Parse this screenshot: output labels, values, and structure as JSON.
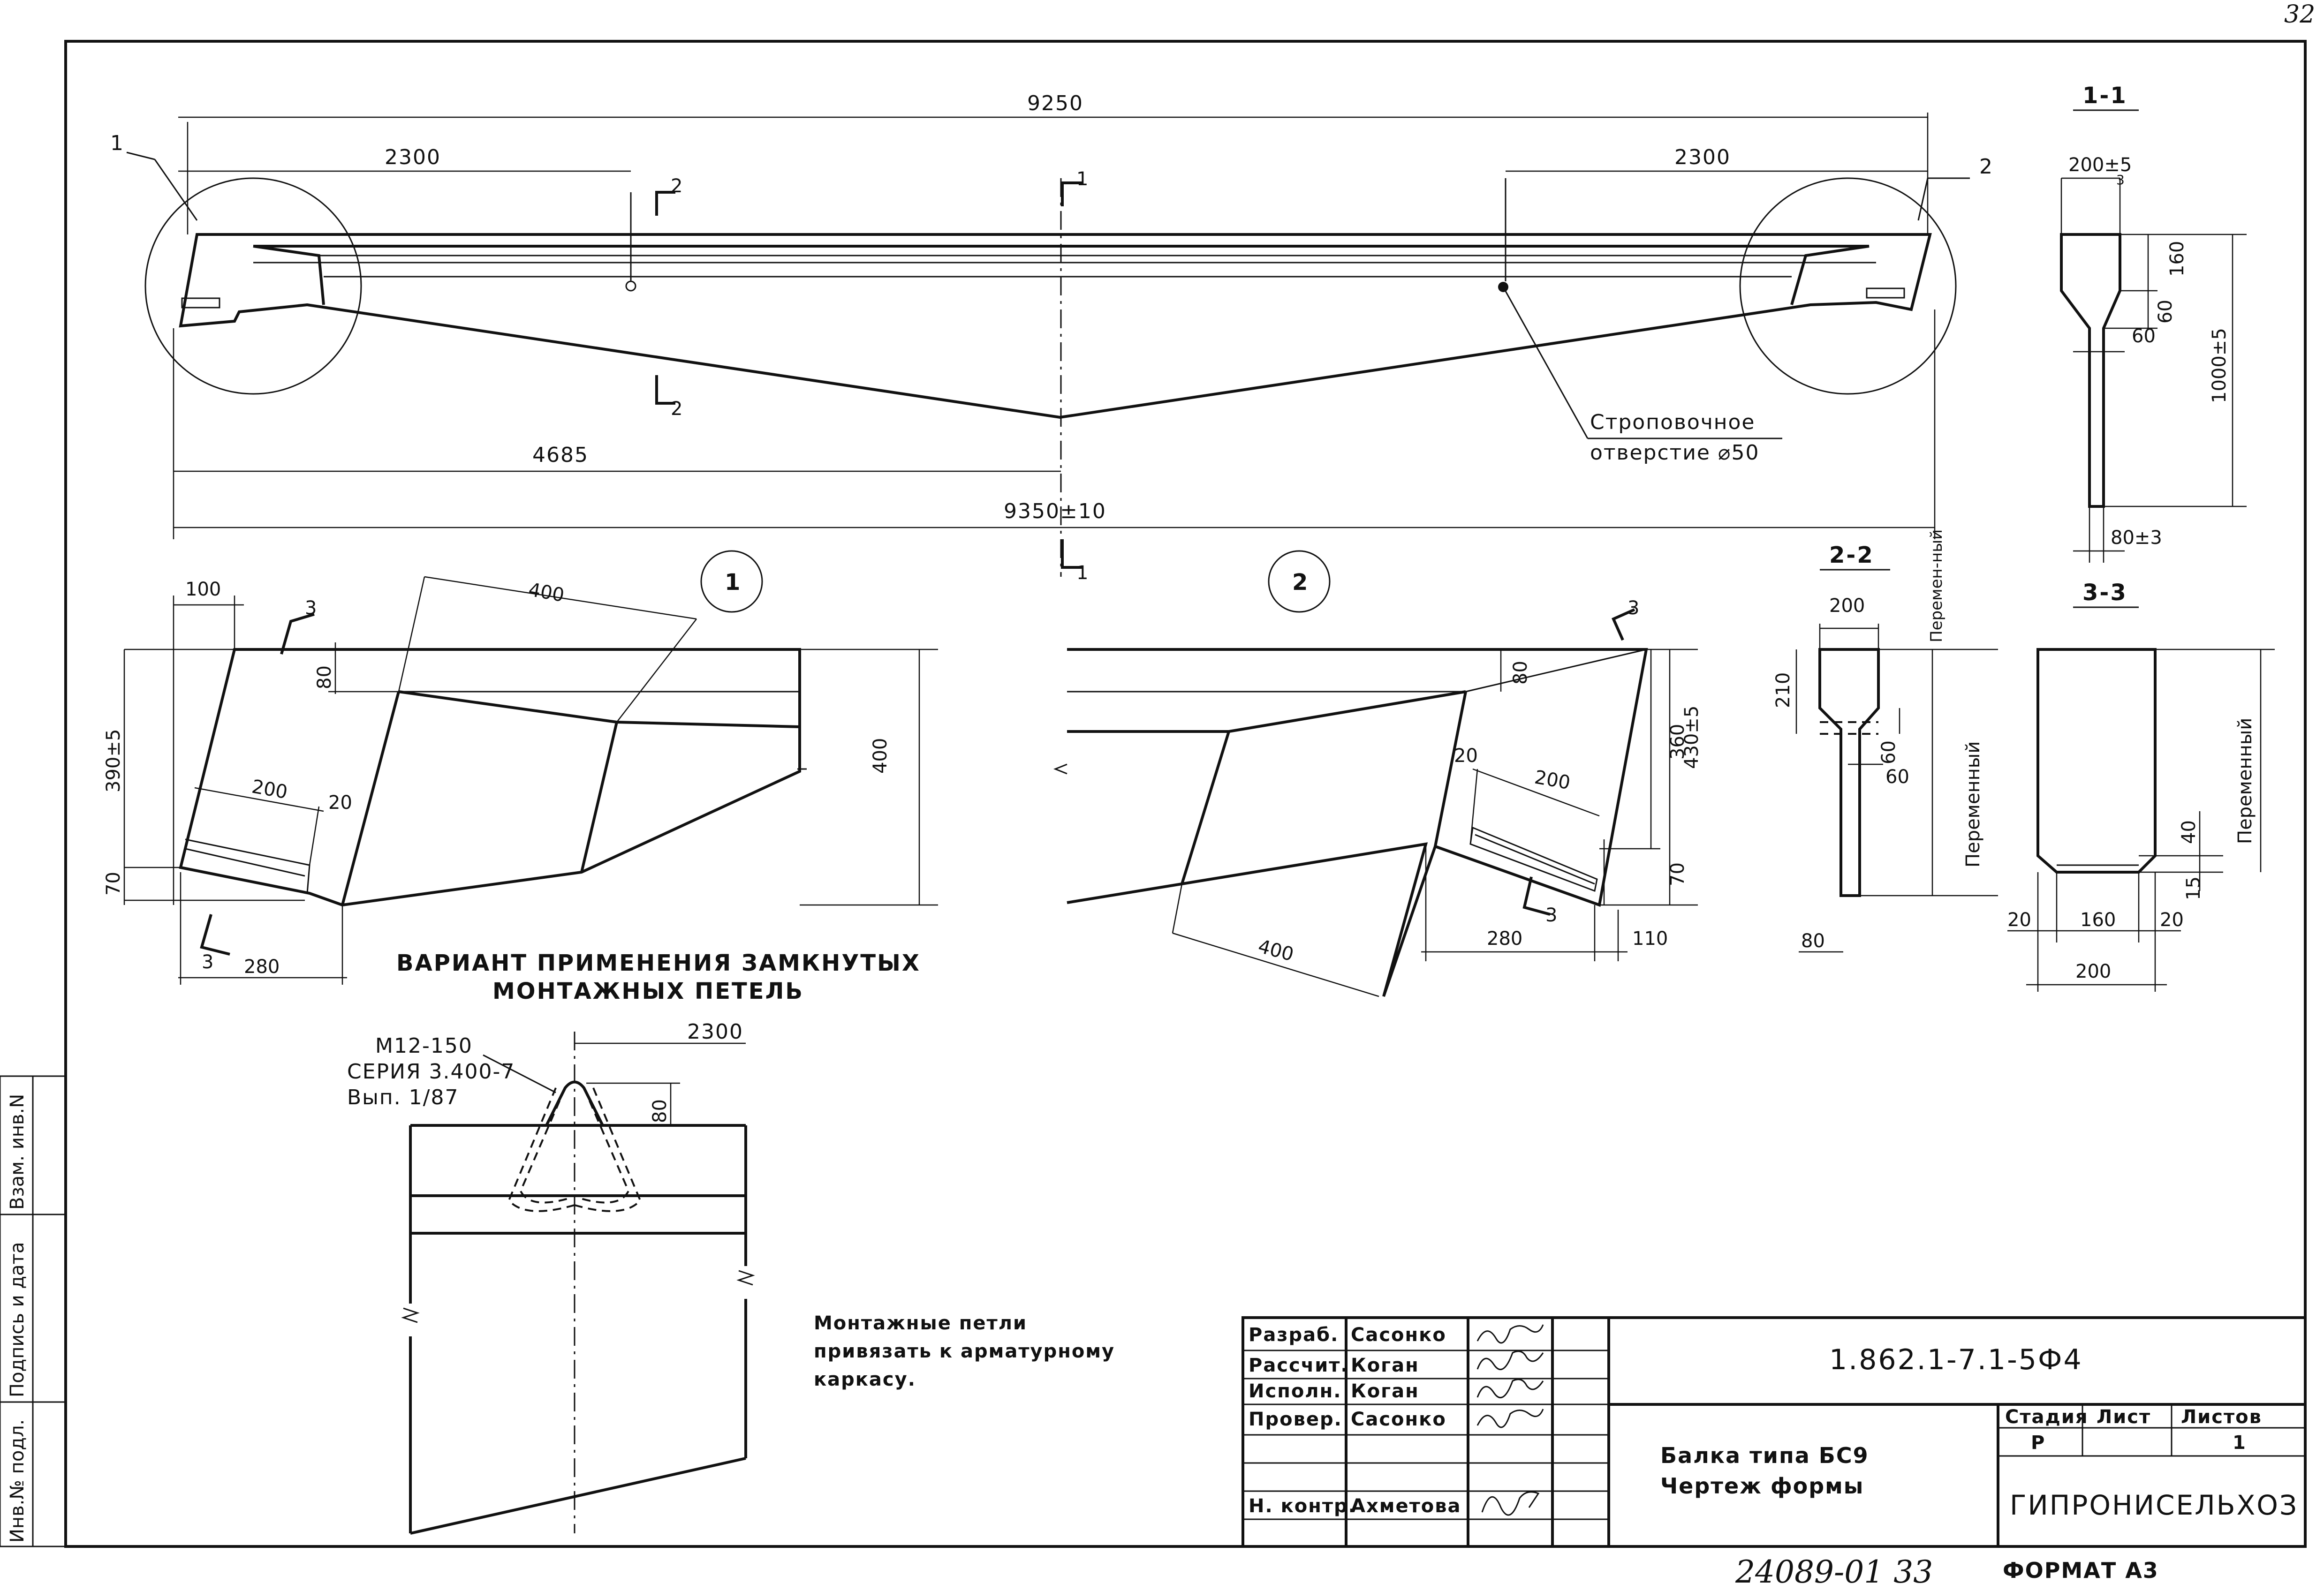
{
  "sheet": {
    "page_number": "32",
    "stamp_number": "24089-01 33",
    "format_label": "ФОРМАТ А3"
  },
  "side_stamp": {
    "inv_no": "Инв.№ подл.",
    "signature_date": "Подпись и дата",
    "replace_inv": "Взам. инв.N"
  },
  "elevation": {
    "dim_total_top": "9250",
    "dim_left": "2300",
    "dim_right": "2300",
    "dim_mid": "4685",
    "dim_total_bottom": "9350±10",
    "callout_1": "1",
    "callout_2": "2",
    "section_mark_1": "1",
    "section_mark_2": "2",
    "lifting_hole_line1": "Строповочное",
    "lifting_hole_line2": "отверстие ⌀50"
  },
  "section_1_1": {
    "title": "1-1",
    "dim_top_width": "200±5",
    "dim_top_width_sub": "3",
    "dim_flange": "160",
    "dim_haunch": "60",
    "dim_web": "60",
    "dim_height": "1000±5",
    "dim_bottom": "80±3"
  },
  "section_2_2": {
    "title": "2-2",
    "dim_width": "200",
    "dim_flange": "210",
    "dim_haunch": "60",
    "dim_web": "60",
    "dim_bottom": "80",
    "variable_top": "Перемен-ный",
    "variable": "Переменный"
  },
  "section_3_3": {
    "title": "3-3",
    "variable": "Переменный",
    "dim_40": "40",
    "dim_15": "15",
    "dim_20_left": "20",
    "dim_160": "160",
    "dim_20_right": "20",
    "dim_200": "200"
  },
  "detail_1": {
    "label": "1",
    "dim_100": "100",
    "dim_400": "400",
    "dim_80": "80",
    "dim_390": "390±5",
    "dim_200": "200",
    "dim_20": "20",
    "dim_70": "70",
    "dim_280": "280",
    "dim_400_right": "400",
    "section_mark": "3"
  },
  "detail_2": {
    "label": "2",
    "dim_80": "80",
    "dim_360": "360",
    "dim_430": "430±5",
    "dim_20": "20",
    "dim_200": "200",
    "dim_70": "70",
    "dim_280": "280",
    "dim_110": "110",
    "dim_400": "400",
    "section_mark": "3"
  },
  "loops": {
    "caption_line1": "ВАРИАНТ ПРИМЕНЕНИЯ ЗАМКНУТЫХ",
    "caption_line2": "МОНТАЖНЫХ ПЕТЕЛЬ",
    "loop_spec_1": "М12-150",
    "loop_spec_2": "СЕРИЯ 3.400-7",
    "loop_spec_3": "Вып. 1/87",
    "dim_2300": "2300",
    "dim_80": "80",
    "note_line1": "Монтажные петли",
    "note_line2": "привязать к арматурному",
    "note_line3": "каркасу."
  },
  "title_block": {
    "roles": [
      "Разраб.",
      "Рассчит.",
      "Исполн.",
      "Провер.",
      "",
      "",
      "Н. контр."
    ],
    "names": [
      "Сасонко",
      "Коган",
      "Коган",
      "Сасонко",
      "",
      "",
      "Ахметова"
    ],
    "document_code": "1.862.1-7.1-5Ф4",
    "title_line1": "Балка типа БС9",
    "title_line2": "Чертеж формы",
    "stage_header": "Стадия",
    "sheet_header": "Лист",
    "sheets_header": "Листов",
    "stage_value": "Р",
    "sheet_value": "",
    "sheets_value": "1",
    "organization": "ГИПРОНИСЕЛЬХОЗ"
  }
}
